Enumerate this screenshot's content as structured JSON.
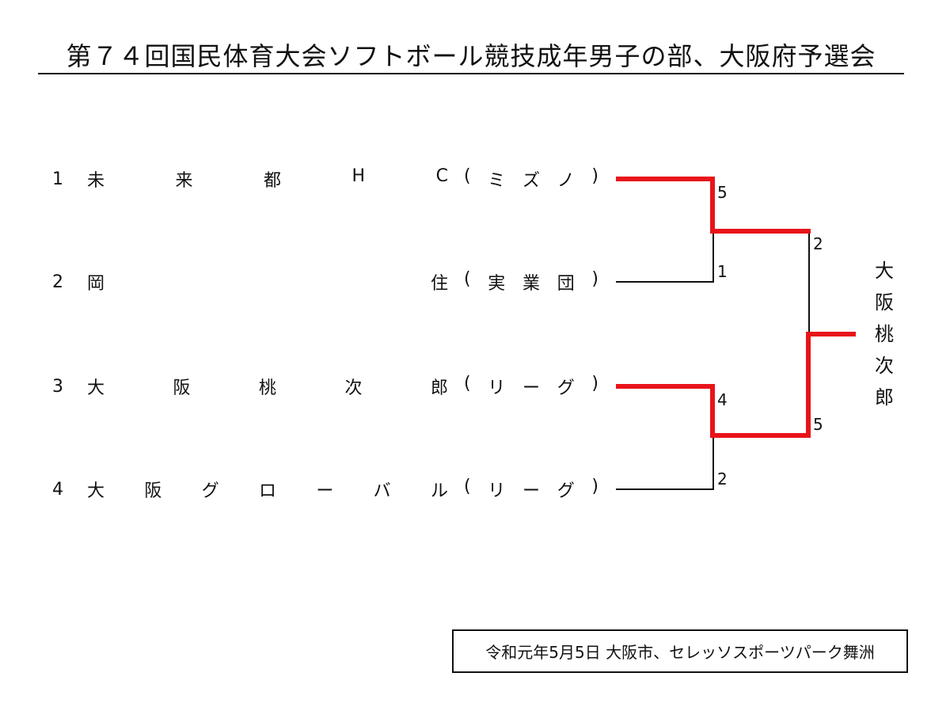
{
  "title": "第７４回国民体育大会ソフトボール競技成年男子の部、大阪府予選会",
  "teams": [
    {
      "seed": "1",
      "name": "未来都HC",
      "affiliation": "(ミズノ)"
    },
    {
      "seed": "2",
      "name": "岡住",
      "affiliation": "(実業団)"
    },
    {
      "seed": "3",
      "name": "大阪桃次郎",
      "affiliation": "(リーグ)"
    },
    {
      "seed": "4",
      "name": "大阪グローバル",
      "affiliation": "(リーグ)"
    }
  ],
  "scores": {
    "semi1_team1": "5",
    "semi1_team2": "1",
    "semi2_team3": "4",
    "semi2_team4": "2",
    "final_top": "2",
    "final_bottom": "5"
  },
  "champion": "大阪桃次郎",
  "footer": "令和元年5月5日  大阪市、セレッソスポーツパーク舞洲",
  "colors": {
    "winner_line": "#e8141a",
    "loser_line": "#111111"
  }
}
